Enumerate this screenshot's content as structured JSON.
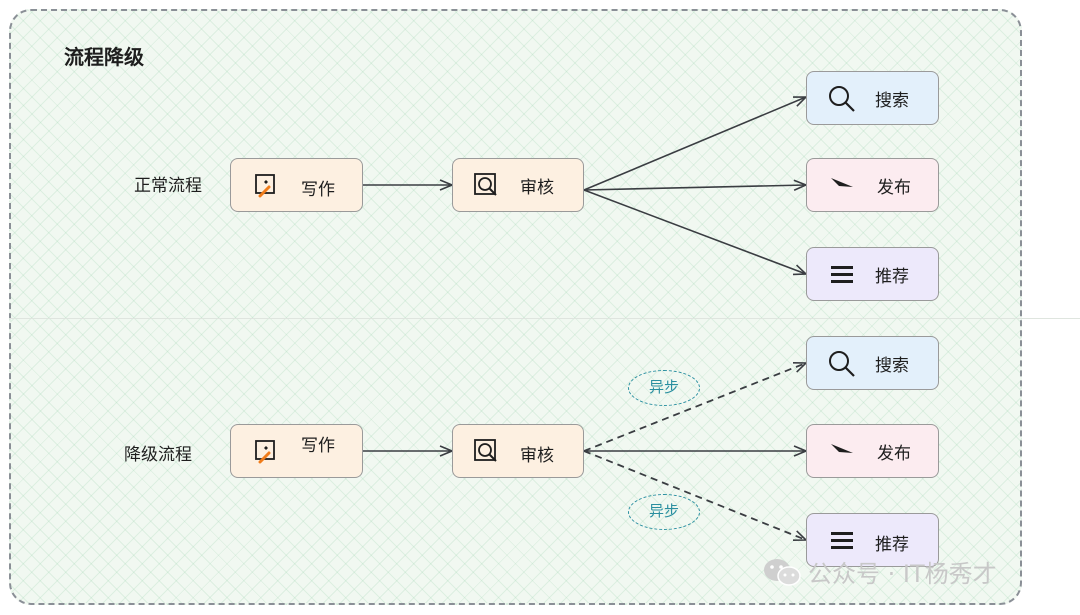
{
  "heading": "流程降级",
  "normal": {
    "label": "正常流程",
    "write": "写作",
    "review": "审核",
    "search": "搜索",
    "publish": "发布",
    "recommend": "推荐"
  },
  "degraded": {
    "label": "降级流程",
    "write": "写作",
    "review": "审核",
    "search": "搜索",
    "publish": "发布",
    "recommend": "推荐",
    "async_top": "异步",
    "async_bottom": "异步"
  },
  "watermark": "公众号 · IT杨秀才",
  "colors": {
    "orange_node": "#fdf0e1",
    "blue_node": "#e3f0fb",
    "pink_node": "#fcecf0",
    "purple_node": "#ede9fb",
    "async_badge": "#2a8fa0",
    "arrow": "#3a3d42"
  }
}
